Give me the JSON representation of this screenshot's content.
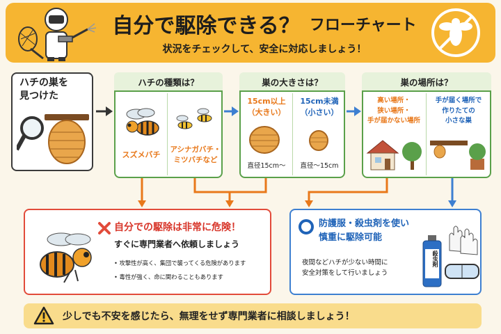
{
  "header": {
    "title": "自分で駆除できる？",
    "title_sub": "フローチャート",
    "subtitle": "状況をチェックして、安全に対応しましょう！"
  },
  "start": {
    "label": "ハチの巣を\n見つけた"
  },
  "type_step": {
    "heading": "ハチの種類は？",
    "option_a": "スズメバチ",
    "option_b": "アシナガバチ・\nミツバチなど"
  },
  "size_step": {
    "heading": "巣の大きさは？",
    "option_a_title": "15cm以上\n（大きい）",
    "option_a_note": "直径15cm〜",
    "option_b_title": "15cm未満\n（小さい）",
    "option_b_note": "直径〜15cm"
  },
  "place_step": {
    "heading": "巣の場所は？",
    "option_a": "高い場所・\n狭い場所・\n手が届かない場所",
    "option_b": "手が届く場所で\n作りたての\n小さな巣"
  },
  "danger": {
    "title": "自分での駆除は非常に危険！",
    "subtitle": "すぐに専門業者へ依頼しましょう",
    "bullet1": "攻撃性が高く、集団で襲ってくる危険があります",
    "bullet2": "毒性が強く、命に関わることもあります"
  },
  "safe": {
    "title": "防護服・殺虫剤を使い\n慎重に駆除可能",
    "desc": "夜間などハチが少ない時間に\n安全対策をして行いましょう",
    "spray_label": "殺虫剤"
  },
  "footer": {
    "text": "少しでも不安を感じたら、無理をせず専門業者に相談しましょう！"
  },
  "colors": {
    "header": "#f6b531",
    "orange": "#e8781a",
    "blue": "#3d7fd1",
    "danger": "#e24b3a",
    "green": "#5aa04a"
  },
  "icons": [
    "exterminator-icon",
    "no-bee-icon",
    "magnifier-icon",
    "hornet-icon",
    "paper-wasp-icon",
    "nest-icon",
    "house-icon",
    "tree-icon",
    "small-nest-icon",
    "cross-icon",
    "circle-icon",
    "spray-icon",
    "gloves-icon",
    "goggles-icon",
    "warning-icon"
  ]
}
